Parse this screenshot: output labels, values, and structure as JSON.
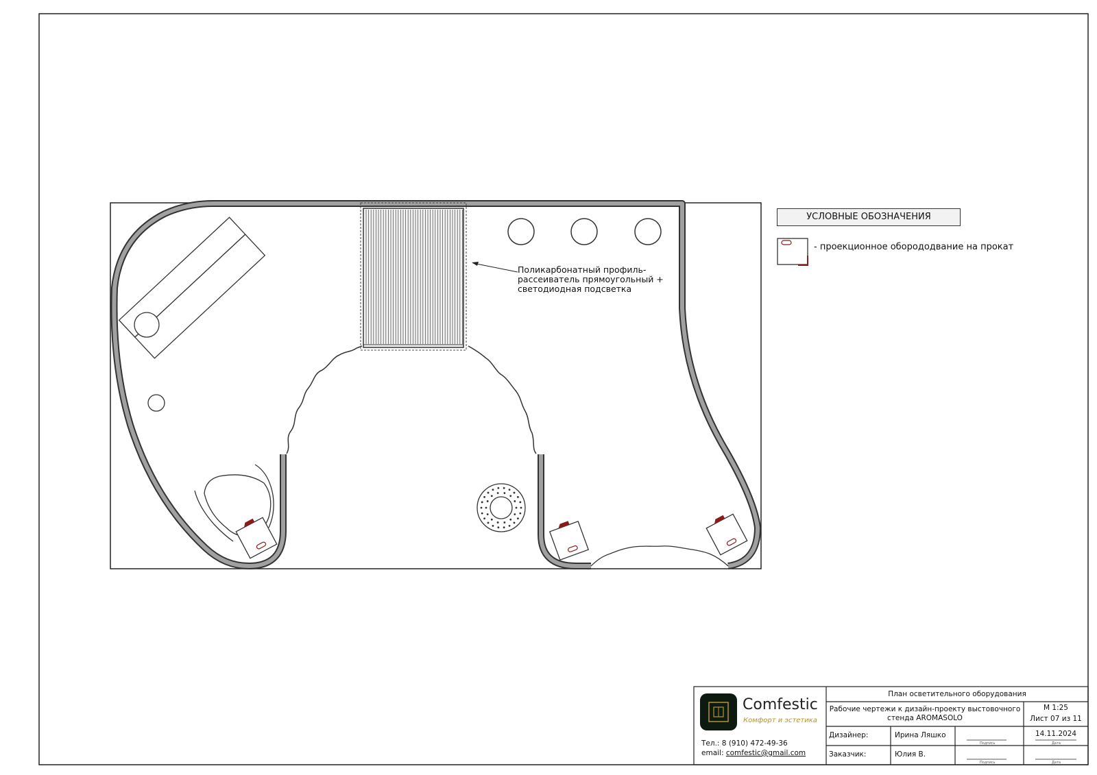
{
  "legend": {
    "title": "УСЛОВНЫЕ ОБОЗНАЧЕНИЯ",
    "items": [
      {
        "icon": "projector-icon",
        "text": "- проекционное оборододвание на прокат"
      }
    ]
  },
  "annotation": {
    "lines": [
      "Поликарбонатный профиль-",
      "рассеиватель прямоугольный  +",
      "светодиодная подсветка"
    ]
  },
  "title_block": {
    "sheet_title": "План осветительного оборудования",
    "project": [
      "Рабочие чертежи к дизайн-проекту выстовочного",
      "стенда AROMASOLO"
    ],
    "scale": "М 1:25",
    "sheet": "Лист 07 из 11",
    "designer_label": "Дизайнер:",
    "designer_name": "Ирина Ляшко",
    "customer_label": "Заказчик:",
    "customer_name": "Юлия В.",
    "date": "14.11.2024",
    "signature_caption": "Подпись",
    "date_caption": "Дата"
  },
  "company": {
    "name": "Comfestic",
    "tagline": "Комфорт и эстетика",
    "phone": "Тел.: 8 (910) 472-49-36",
    "email_label": "email:",
    "email": "comfestic@gmail.com"
  },
  "colors": {
    "line": "#333333",
    "wall_fill": "#9a9a9a",
    "projector_accent": "#8b1a1a",
    "logo_bg": "#0d1a10",
    "logo_gold": "#b8932c"
  }
}
